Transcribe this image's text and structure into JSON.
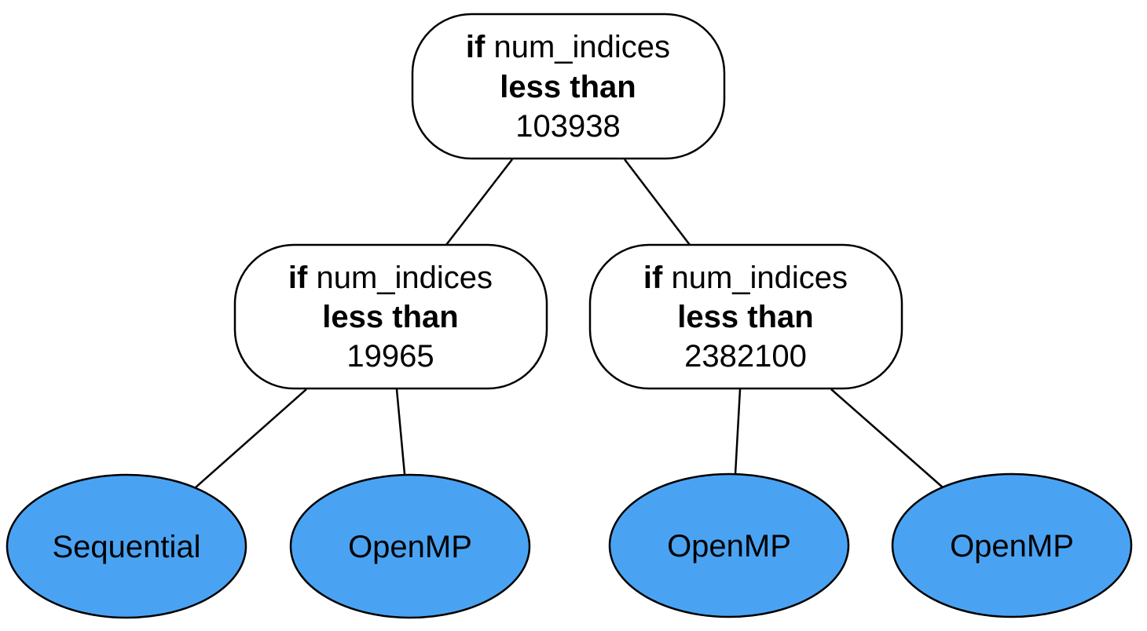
{
  "diagram": {
    "leaf_color": "#4aa3f2",
    "root": {
      "keyword": "if",
      "variable": "num_indices",
      "operator": "less than",
      "threshold": "103938"
    },
    "left": {
      "keyword": "if",
      "variable": "num_indices",
      "operator": "less than",
      "threshold": "19965"
    },
    "right": {
      "keyword": "if",
      "variable": "num_indices",
      "operator": "less than",
      "threshold": "2382100"
    },
    "leaves": [
      {
        "label": "Sequential"
      },
      {
        "label": "OpenMP"
      },
      {
        "label": "OpenMP"
      },
      {
        "label": "OpenMP"
      }
    ]
  }
}
